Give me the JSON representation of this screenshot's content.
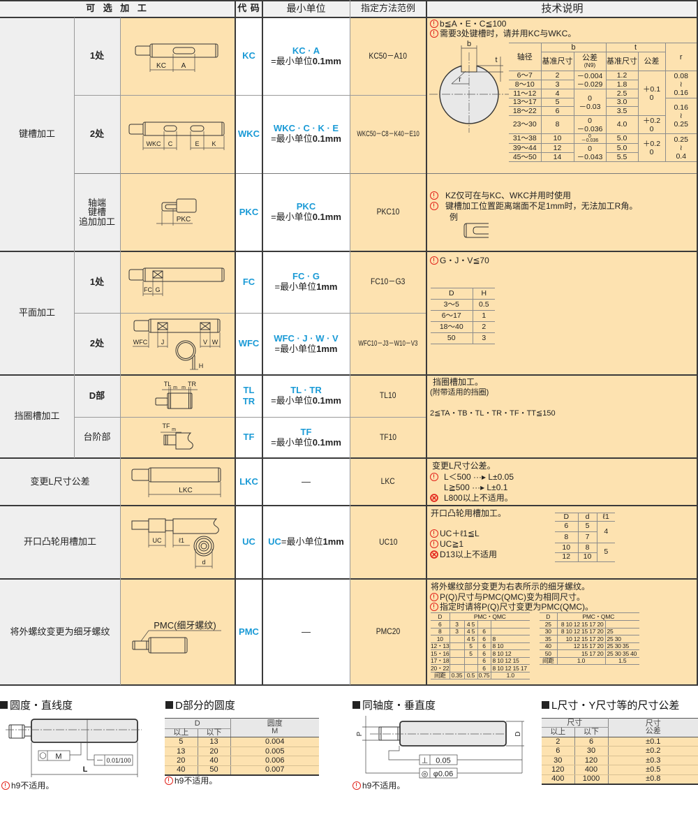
{
  "colors": {
    "code_blue": "#1a9ad6",
    "warning_red": "#e2231a",
    "cell_peach": "#fde2b0",
    "cell_gray": "#efefef"
  },
  "header": {
    "options": "可 选 加 工",
    "code": "代 码",
    "min_unit": "最小单位",
    "example": "指定方法范例",
    "tech": "技术说明"
  },
  "categories": [
    "键槽加工",
    "平面加工",
    "挡圈槽加工",
    "变更L尺寸公差",
    "开口凸轮用槽加工",
    "将外螺纹变更为细牙螺纹"
  ],
  "rows": [
    {
      "sub": "1处",
      "code": "KC",
      "unit_formula": "KC · A",
      "unit_text": "=最小单位",
      "unit_value": "0.1mm",
      "example": "KC50－A10",
      "dims": [
        "KC",
        "A"
      ]
    },
    {
      "sub": "2处",
      "code": "WKC",
      "unit_formula": "WKC · C · K · E",
      "unit_text": "=最小单位",
      "unit_value": "0.1mm",
      "example": "WKC50－C8－K40－E10",
      "dims": [
        "WKC",
        "C",
        "E",
        "K"
      ]
    },
    {
      "sub_lines": [
        "轴端",
        "键槽",
        "追加加工"
      ],
      "code": "PKC",
      "unit_formula": "PKC",
      "unit_text": "=最小单位",
      "unit_value": "0.1mm",
      "example": "PKC10",
      "dims": [
        "PKC"
      ]
    },
    {
      "sub": "1处",
      "code": "FC",
      "unit_formula": "FC · G",
      "unit_text": "=最小单位",
      "unit_value": "1mm",
      "example": "FC10－G3",
      "dims": [
        "FC",
        "G"
      ]
    },
    {
      "sub": "2处",
      "code": "WFC",
      "unit_formula": "WFC · J · W · V",
      "unit_text": "=最小单位",
      "unit_value": "1mm",
      "example": "WFC10－J3－W10－V3",
      "dims": [
        "WFC",
        "J",
        "V",
        "W",
        "H"
      ]
    },
    {
      "sub": "D部",
      "code_lines": [
        "TL",
        "TR"
      ],
      "unit_formula": "TL · TR",
      "unit_text": "=最小单位",
      "unit_value": "0.1mm",
      "example": "TL10",
      "dims": [
        "TL",
        "m",
        "m",
        "TR"
      ]
    },
    {
      "sub": "台阶部",
      "code": "TF",
      "unit_formula": "TF",
      "unit_text": "=最小单位",
      "unit_value": "0.1mm",
      "example": "TF10",
      "dims": [
        "TF",
        "m"
      ]
    },
    {
      "code": "LKC",
      "unit_text": "—",
      "example": "LKC",
      "dims": [
        "LKC"
      ]
    },
    {
      "code": "UC",
      "unit_formula": "UC",
      "unit_text": "=最小单位",
      "unit_value": "1mm",
      "example": "UC10",
      "dims": [
        "UC",
        "ℓ1",
        "d"
      ]
    },
    {
      "code": "PMC",
      "unit_text": "—",
      "example": "PMC20",
      "dims": [
        "PMC(细牙螺纹)"
      ]
    }
  ],
  "tech": {
    "keyway": {
      "notes": [
        "b≦A・E・C≦100",
        "需要3处键槽时，请并用KC与WKC。"
      ],
      "diagram_labels": {
        "b": "b",
        "t": "t",
        "r": "r"
      },
      "table": {
        "h_shaft": "轴径",
        "h_b": "b",
        "h_t": "t",
        "h_base": "基准尺寸",
        "h_tol": "公差",
        "h_tol_note": "(N9)",
        "h_r": "r",
        "shaft": [
          "6～7",
          "8～10",
          "11～12",
          "13～17",
          "18～22",
          "23～30",
          "31～38",
          "39～44",
          "45～50"
        ],
        "b_base": [
          "2",
          "3",
          "4",
          "5",
          "6",
          "8",
          "10",
          "12",
          "14"
        ],
        "t_base": [
          "1.2",
          "1.8",
          "2.5",
          "3.0",
          "3.5",
          "4.0",
          "5.0",
          "5.0",
          "5.5"
        ],
        "b_tol": [
          {
            "upper": "－0.004",
            "lower": "－0.029"
          },
          {
            "upper": "0",
            "lower": "－0.03"
          },
          {
            "upper": "0",
            "lower": "－0.036"
          },
          {
            "upper": "0",
            "lower": "－0.036"
          },
          {
            "upper": "0",
            "lower": "－0.043"
          }
        ],
        "t_tol": [
          {
            "upper": "＋0.1",
            "lower": "0"
          },
          {
            "upper": "＋0.2",
            "lower": "0"
          },
          {
            "upper": "＋0.2",
            "lower": "0"
          }
        ],
        "r": [
          {
            "from": "0.08",
            "to": "0.16"
          },
          {
            "from": "0.16",
            "to": "0.25"
          },
          {
            "from": "0.25",
            "to": "0.4"
          }
        ],
        "range_sep": "≀"
      }
    },
    "pkc": {
      "notes": [
        "KZ仅可在与KC、WKC并用时使用",
        "键槽加工位置距离端面不足1mm时，无法加工R角。"
      ],
      "example_label": "例"
    },
    "plane": {
      "note": "G・J・V≦70",
      "table": {
        "headers": [
          "D",
          "H"
        ],
        "rows": [
          [
            "3～5",
            "0.5"
          ],
          [
            "6～17",
            "1"
          ],
          [
            "18～40",
            "2"
          ],
          [
            "50",
            "3"
          ]
        ]
      }
    },
    "ring": {
      "lines": [
        "挡圈槽加工。",
        "(附带适用的挡圈)"
      ],
      "range": "2≦TA・TB・TL・TR・TF・TT≦150"
    },
    "lkc": {
      "title": "变更L尺寸公差。",
      "rule1": "L＜500 ···▸ L±0.05",
      "rule2": "L≧500 ···▸ L±0.1",
      "limit": "L800以上不适用。"
    },
    "uc": {
      "title": "开口凸轮用槽加工。",
      "rules": [
        "UC＋ℓ1≦L",
        "UC≧1"
      ],
      "limit": "D13以上不适用",
      "table": {
        "headers": [
          "D",
          "d",
          "ℓ1"
        ],
        "D": [
          "6",
          "8",
          "10",
          "12"
        ],
        "d": [
          "5",
          "7",
          "8",
          "10"
        ],
        "l1": [
          "4",
          "5"
        ]
      }
    },
    "pmc": {
      "intro": "将外螺纹部分变更为右表所示的细牙螺纹。",
      "notes": [
        "P(Q)尺寸与PMC(QMC)变为相同尺寸。",
        "指定时请将P(Q)尺寸变更为PMC(QMC)。"
      ],
      "table_left": {
        "headers": [
          "D",
          "PMC・QMC"
        ],
        "rows": [
          [
            "6",
            "3",
            "4 5",
            "",
            ""
          ],
          [
            "8",
            "3",
            "4 5",
            "6",
            ""
          ],
          [
            "10",
            "",
            "4 5",
            "6",
            "8"
          ],
          [
            "12・13",
            "",
            "5",
            "6",
            "8 10"
          ],
          [
            "15・16",
            "",
            "5",
            "6",
            "8 10 12"
          ],
          [
            "17・18",
            "",
            "",
            "6",
            "8 10 12 15"
          ],
          [
            "20・22",
            "",
            "",
            "6",
            "8 10 12 15 17"
          ],
          [
            "间距",
            "0.35",
            "0.5",
            "0.75",
            "1.0"
          ]
        ]
      },
      "table_right": {
        "headers": [
          "D",
          "PMC・QMC"
        ],
        "rows": [
          [
            "25",
            "8 10 12 15 17 20",
            ""
          ],
          [
            "30",
            "8 10 12 15 17 20",
            "25"
          ],
          [
            "35",
            "10 12 15 17 20",
            "25 30"
          ],
          [
            "40",
            "12 15 17 20",
            "25 30 35"
          ],
          [
            "50",
            "15 17 20",
            "25 30 35 40"
          ],
          [
            "间距",
            "1.0",
            "1.5"
          ]
        ]
      }
    }
  },
  "bottom": {
    "roundness": {
      "title": "圆度・直线度",
      "frame1": {
        "symbol": "○",
        "value": "M"
      },
      "frame2": {
        "symbol": "—",
        "value": "0.01/100"
      },
      "dim": "L",
      "note": "h9不适用。"
    },
    "d_roundness": {
      "title": "D部分的圆度",
      "h_d": "D",
      "h_min": "以上",
      "h_max": "以下",
      "h_val": "圆度",
      "h_unit": "M",
      "rows": [
        [
          "5",
          "13",
          "0.004"
        ],
        [
          "13",
          "20",
          "0.005"
        ],
        [
          "20",
          "40",
          "0.006"
        ],
        [
          "40",
          "50",
          "0.007"
        ]
      ],
      "note": "h9不适用。"
    },
    "coaxial": {
      "title": "同轴度・垂直度",
      "frame1": {
        "symbol": "⊥",
        "value": "0.05"
      },
      "frame2": {
        "symbol": "◎",
        "value": "φ0.06"
      },
      "label_p": "P",
      "label_d": "D",
      "note": "h9不适用。"
    },
    "l_tolerance": {
      "title": "L尺寸・Y尺寸等的尺寸公差",
      "h_size": "尺寸",
      "h_min": "以上",
      "h_max": "以下",
      "h_tol1": "尺寸",
      "h_tol2": "公差",
      "rows": [
        [
          "2",
          "6",
          "±0.1"
        ],
        [
          "6",
          "30",
          "±0.2"
        ],
        [
          "30",
          "120",
          "±0.3"
        ],
        [
          "120",
          "400",
          "±0.5"
        ],
        [
          "400",
          "1000",
          "±0.8"
        ]
      ]
    }
  }
}
